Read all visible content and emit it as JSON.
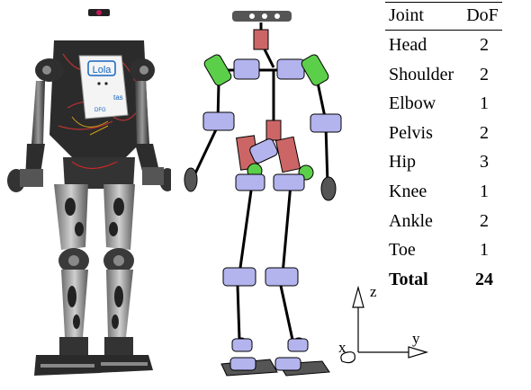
{
  "figure": {
    "robot_logo_text": "Lola",
    "robot_badges": [
      "tas",
      "DFG"
    ]
  },
  "table": {
    "headers": [
      "Joint",
      "DoF"
    ],
    "rows": [
      {
        "joint": "Head",
        "dof": "2"
      },
      {
        "joint": "Shoulder",
        "dof": "2"
      },
      {
        "joint": "Elbow",
        "dof": "1"
      },
      {
        "joint": "Pelvis",
        "dof": "2"
      },
      {
        "joint": "Hip",
        "dof": "3"
      },
      {
        "joint": "Knee",
        "dof": "1"
      },
      {
        "joint": "Ankle",
        "dof": "2"
      },
      {
        "joint": "Toe",
        "dof": "1"
      }
    ],
    "total": {
      "joint": "Total",
      "dof": "24"
    }
  },
  "axes": {
    "z": "z",
    "x": "x",
    "y": "y"
  },
  "colors": {
    "joint_blue": "#b3b3ee",
    "joint_green": "#5ccf4a",
    "joint_red": "#cc6666",
    "joint_dark": "#555555",
    "link": "#000000"
  }
}
